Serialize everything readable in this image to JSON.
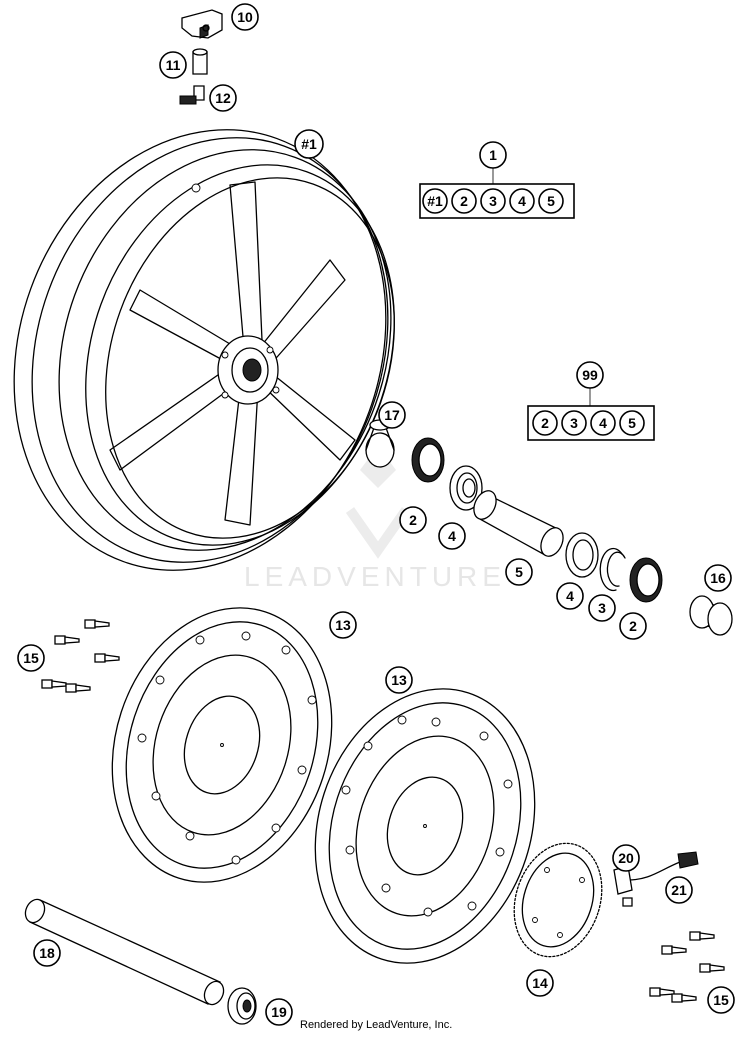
{
  "callouts": {
    "c10": "10",
    "c11": "11",
    "c12": "12",
    "c1wheel": "#1",
    "c1kit": "1",
    "c99kit": "99",
    "c17": "17",
    "c2a": "2",
    "c4a": "4",
    "c5": "5",
    "c4b": "4",
    "c3": "3",
    "c2b": "2",
    "c16": "16",
    "c13a": "13",
    "c13b": "13",
    "c15a": "15",
    "c15b": "15",
    "c20": "20",
    "c21": "21",
    "c14": "14",
    "c18": "18",
    "c19": "19"
  },
  "kit1": {
    "label": "1",
    "items": [
      "#1",
      "2",
      "3",
      "4",
      "5"
    ]
  },
  "kit99": {
    "label": "99",
    "items": [
      "2",
      "3",
      "4",
      "5"
    ]
  },
  "watermark": "LEADVENTURE",
  "footer": "Rendered by LeadVenture, Inc."
}
